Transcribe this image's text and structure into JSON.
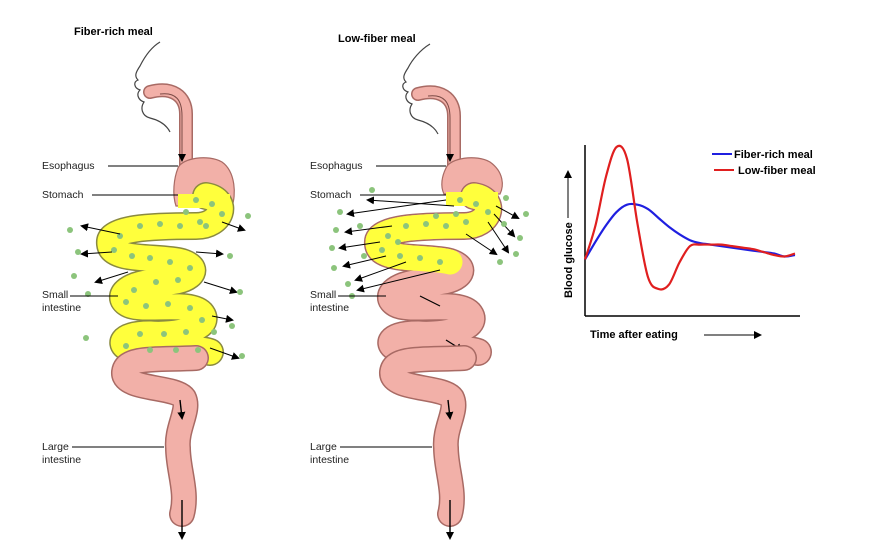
{
  "panels": [
    {
      "title": "Fiber-rich meal",
      "labels": {
        "esophagus": "Esophagus",
        "stomach": "Stomach",
        "small_intestine_1": "Small",
        "small_intestine_2": "intestine",
        "large_intestine_1": "Large",
        "large_intestine_2": "intestine"
      },
      "chyme_color": "#ffff3c"
    },
    {
      "title": "Low-fiber meal",
      "labels": {
        "esophagus": "Esophagus",
        "stomach": "Stomach",
        "small_intestine_1": "Small",
        "small_intestine_2": "intestine",
        "large_intestine_1": "Large",
        "large_intestine_2": "intestine"
      },
      "chyme_color": "#ffff3c"
    }
  ],
  "colors": {
    "tract": "#f2b0a8",
    "tract_outline": "#a86a64",
    "nutrient_dot": "#8cc47c"
  },
  "chart_data": {
    "type": "line",
    "xlabel": "Time after eating",
    "ylabel": "Blood glucose",
    "legend_position": "top-right",
    "x": [
      0,
      5,
      10,
      15,
      20,
      25,
      30,
      35,
      40,
      45,
      50,
      55,
      60,
      65,
      70,
      75,
      80,
      85,
      90,
      95,
      100
    ],
    "series": [
      {
        "name": "Fiber-rich meal",
        "color": "#1f1fe0",
        "values": [
          22,
          34,
          45,
          54,
          59,
          59,
          56,
          50,
          44,
          39,
          35,
          33,
          32,
          31,
          30,
          29,
          28,
          27,
          26,
          24,
          25
        ]
      },
      {
        "name": "Low-fiber meal",
        "color": "#e01f1f",
        "values": [
          22,
          45,
          78,
          98,
          90,
          46,
          10,
          2,
          5,
          20,
          31,
          32,
          32,
          32,
          31,
          30,
          29,
          27,
          25,
          24,
          26
        ]
      }
    ]
  }
}
